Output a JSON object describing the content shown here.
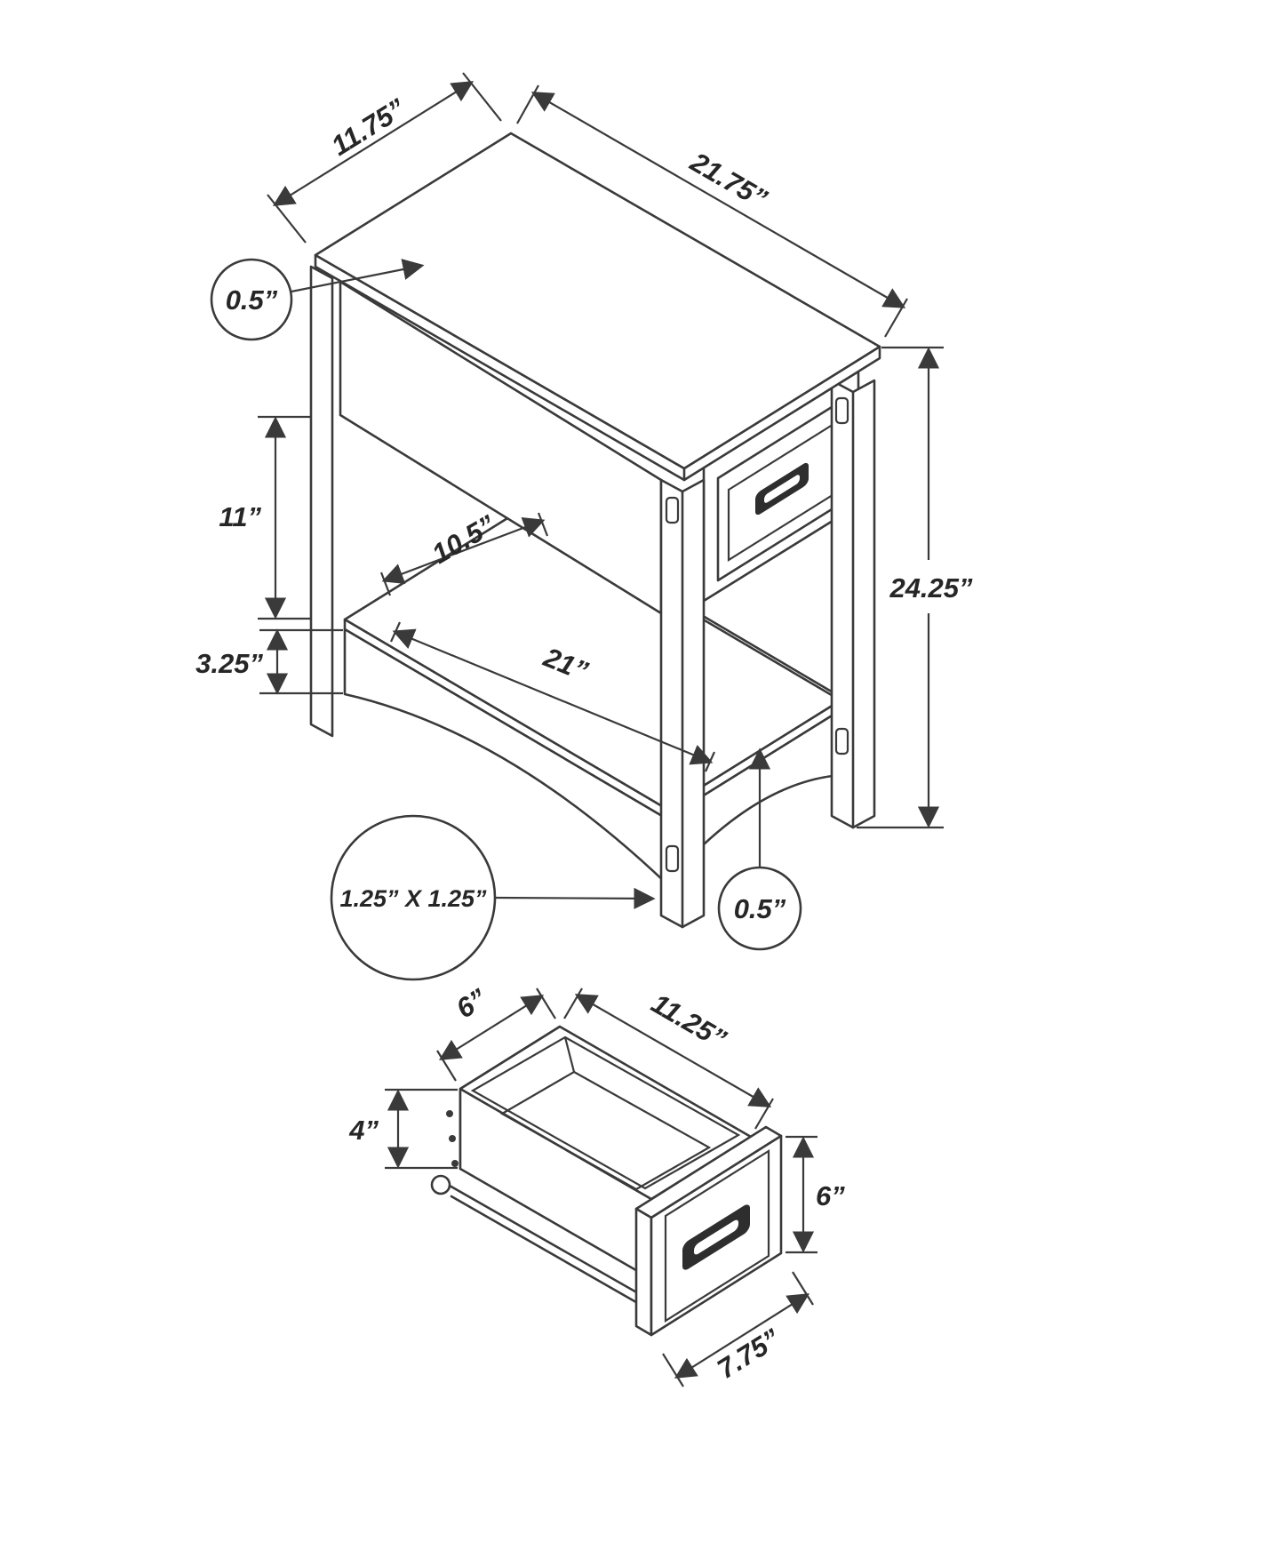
{
  "figure": {
    "type": "product-dimension-diagram",
    "subject": "accent side table with drawer and lower shelf",
    "line_color": "#3a3a3a",
    "background": "#ffffff"
  },
  "table_view": {
    "top_depth": "11.75”",
    "top_width": "21.75”",
    "top_thickness": "0.5”",
    "shelf_clearance": "11”",
    "shelf_apron_height": "3.25”",
    "overall_height": "24.25”",
    "shelf_depth": "10.5”",
    "shelf_length": "21”",
    "leg_size": "1.25” X 1.25”",
    "shelf_thickness": "0.5”"
  },
  "drawer_view": {
    "inner_depth": "6”",
    "inner_width": "11.25”",
    "box_height": "4”",
    "front_height": "6”",
    "front_width": "7.75”"
  }
}
